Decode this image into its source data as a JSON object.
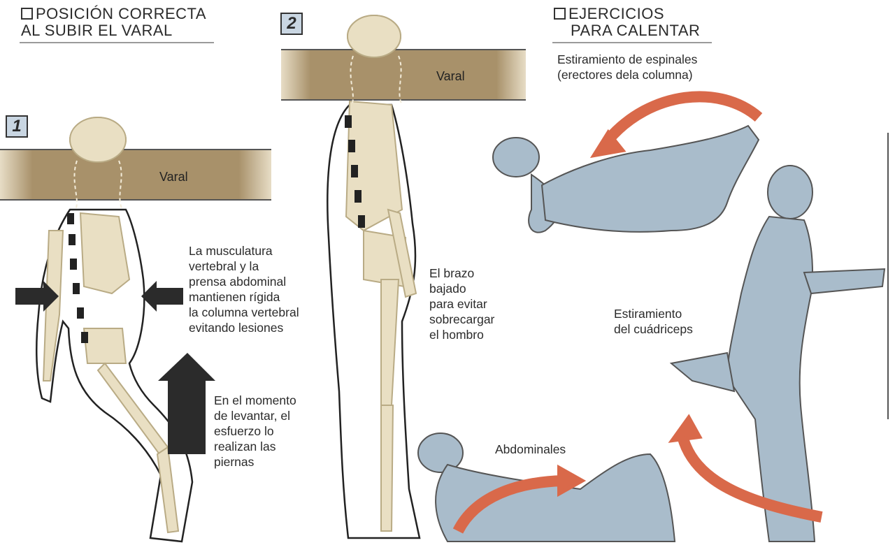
{
  "panel_left": {
    "heading_line1": "POSICIÓN CORRECTA",
    "heading_line2": "AL SUBIR EL VARAL",
    "step1": "1",
    "step2": "2",
    "bar_label_1": "Varal",
    "bar_label_2": "Varal",
    "note_muscles": [
      "La musculatura",
      "vertebral y la",
      "prensa abdominal",
      "mantienen rígida",
      "la columna vertebral",
      "evitando lesiones"
    ],
    "note_legs": [
      "En el momento",
      "de levantar, el",
      "esfuerzo lo",
      "realizan las",
      "piernas"
    ],
    "note_arm": [
      "El brazo",
      "bajado",
      "para evitar",
      "sobrecargar",
      "el hombro"
    ]
  },
  "panel_right": {
    "heading_line1": "EJERCICIOS",
    "heading_line2": "PARA CALENTAR",
    "exercise_spinal": [
      "Estiramiento de espinales",
      "(erectores dela columna)"
    ],
    "exercise_quad": [
      "Estiramiento",
      "del cuádriceps"
    ],
    "exercise_abs": "Abdominales"
  },
  "colors": {
    "bone": "#e9dfc3",
    "bone_outline": "#b9ab85",
    "vertebra": "#222222",
    "body_fill": "#a9bccb",
    "arrow_orange": "#d9694a",
    "push_arrow": "#2b2b2b",
    "bar": "#a8916a"
  }
}
